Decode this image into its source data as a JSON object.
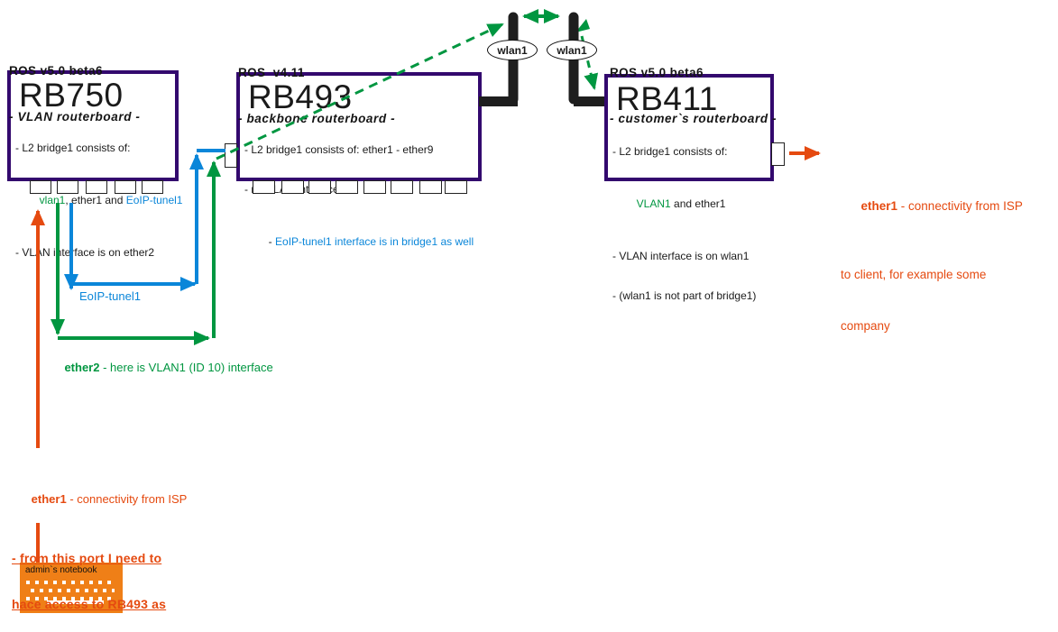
{
  "colors": {
    "box_border_purple": "#33096e",
    "green": "#009640",
    "blue": "#0a86d9",
    "orange_red": "#e54a10",
    "notebook_orange": "#ef7f17",
    "antenna_black": "#1e1e1e"
  },
  "routers": {
    "rb750": {
      "ros": "ROS v5.0 beta6",
      "role": "- VLAN routerboard -",
      "name": "RB750",
      "line1": "- L2 bridge1 consists of:",
      "line2_green": "vlan1",
      "line2_mid": ", ether1 and ",
      "line2_blue": "EoIP-tunel1",
      "line3": "- VLAN interface is on ether2"
    },
    "rb493": {
      "ros": "ROS  v4.11",
      "role": "- backbone routerboard -",
      "name": "RB493",
      "line1": "- L2 bridge1 consists of: ether1 - ether9",
      "line2": "- no VLAN interface",
      "line3_prefix": "- ",
      "line3_blue": "EoIP-tunel1 interface is in bridge1 as well"
    },
    "rb411": {
      "ros": "ROS v5.0 beta6",
      "role": "- customer`s routerboard -",
      "name": "RB411",
      "line1": "- L2 bridge1 consists of:",
      "line2_green": "VLAN1",
      "line2_rest": " and ether1",
      "line3": "- VLAN interface is on wlan1",
      "line4": "- (wlan1 is not part of bridge1)"
    }
  },
  "antennas": {
    "left_label": "wlan1",
    "right_label": "wlan1"
  },
  "labels": {
    "eoip_tunnel": "EoIP-tunel1",
    "ether2_bold": "ether2",
    "ether2_rest": " - here is VLAN1 (ID 10) interface"
  },
  "isp_left": {
    "bold": "ether1",
    "rest": " - connectivity from ISP",
    "underline1": "- from this port I need to",
    "underline2": "hace access to RB493 as"
  },
  "isp_right": {
    "bold": "ether1",
    "rest": " - connectivity from ISP",
    "line2": "to client, for example some",
    "line3": "company"
  },
  "notebook": {
    "label": "admin`s notebook"
  }
}
